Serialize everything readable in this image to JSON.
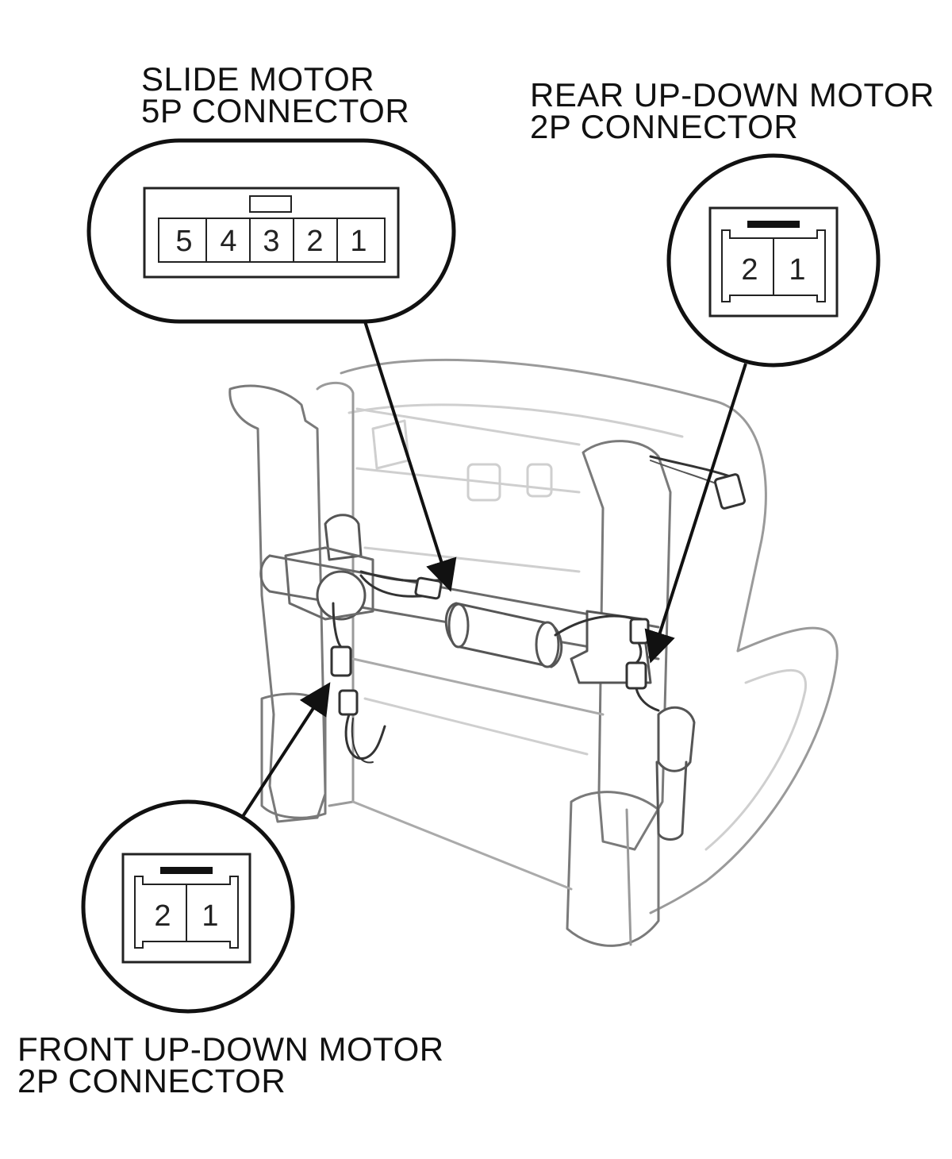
{
  "labels": {
    "slide_motor": [
      "SLIDE MOTOR",
      "5P CONNECTOR"
    ],
    "rear_motor": [
      "REAR UP-DOWN MOTOR",
      "2P CONNECTOR"
    ],
    "front_motor": [
      "FRONT UP-DOWN MOTOR",
      "2P CONNECTOR"
    ]
  },
  "connectors": {
    "slide_pins": [
      "5",
      "4",
      "3",
      "2",
      "1"
    ],
    "rear_pins": [
      "2",
      "1"
    ],
    "front_pins": [
      "2",
      "1"
    ]
  }
}
